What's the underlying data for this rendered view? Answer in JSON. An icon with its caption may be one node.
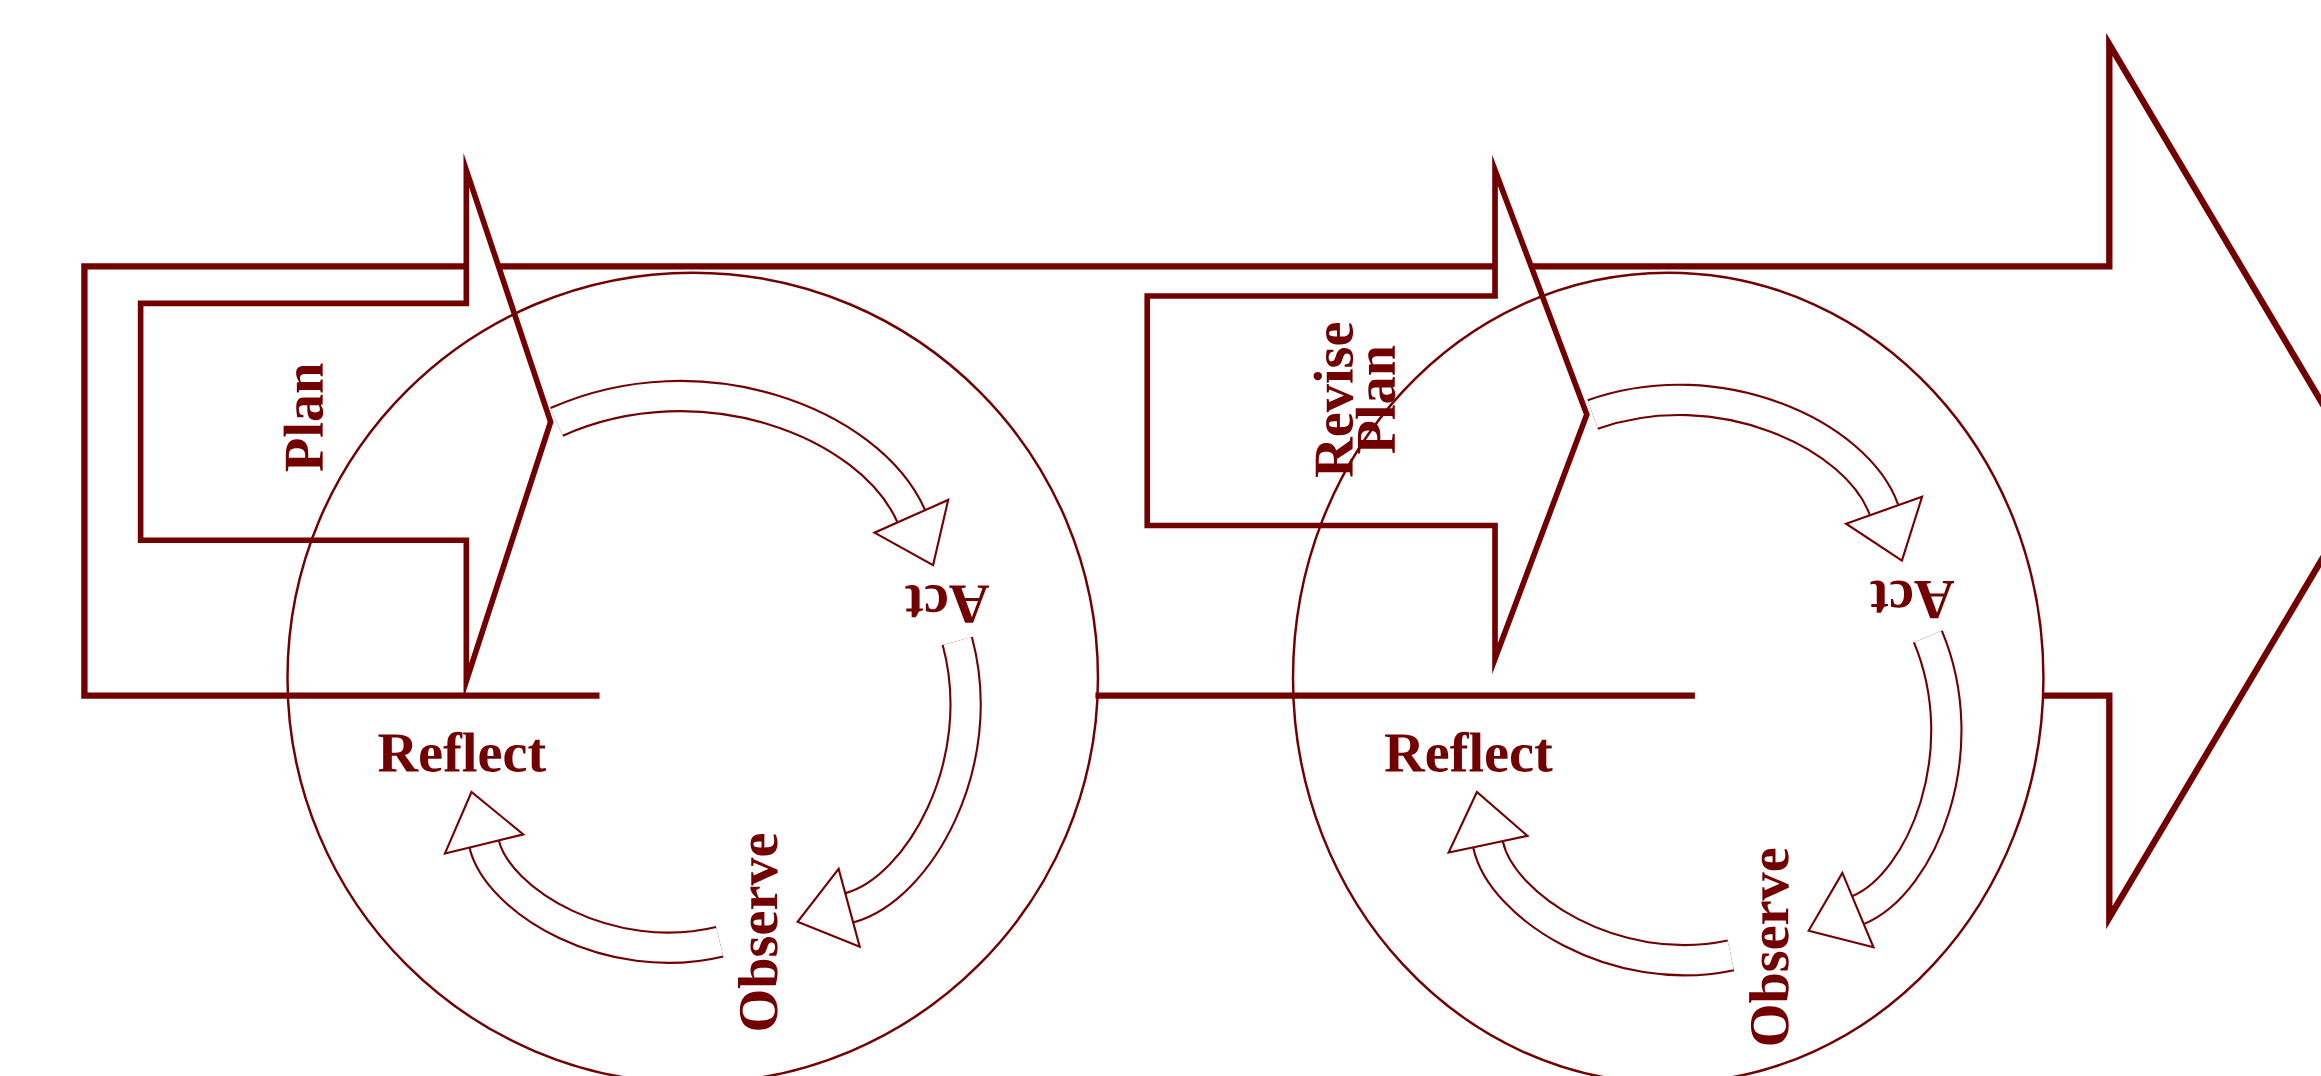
{
  "diagram": {
    "nodes": [
      {
        "text": [
          "Plan"
        ]
      },
      {
        "text": [],
        "shape": "circle"
      },
      {
        "text": [
          "Act"
        ],
        "in": 1
      },
      {
        "text": [
          "Observe"
        ],
        "in": 1
      },
      {
        "text": [
          "Reflect"
        ],
        "in": 1
      },
      {
        "text": [
          "Revise Plan"
        ]
      },
      {
        "text": [],
        "shape": "circle"
      },
      {
        "text": [
          "Act"
        ],
        "in": 6
      },
      {
        "text": [
          "Observe"
        ],
        "in": 6
      },
      {
        "text": [
          "Reflect"
        ],
        "in": 6
      }
    ],
    "edges": [
      {
        "from": 0,
        "to": 2,
        "arrow": "to"
      },
      {
        "from": 2,
        "to": 3,
        "arrow": "to"
      },
      {
        "from": 3,
        "to": 4,
        "arrow": "to"
      },
      {
        "from": 5,
        "to": 7,
        "arrow": "to"
      },
      {
        "from": 7,
        "to": 8,
        "arrow": "to"
      },
      {
        "from": 8,
        "to": 9,
        "arrow": "to"
      }
    ]
  }
}
